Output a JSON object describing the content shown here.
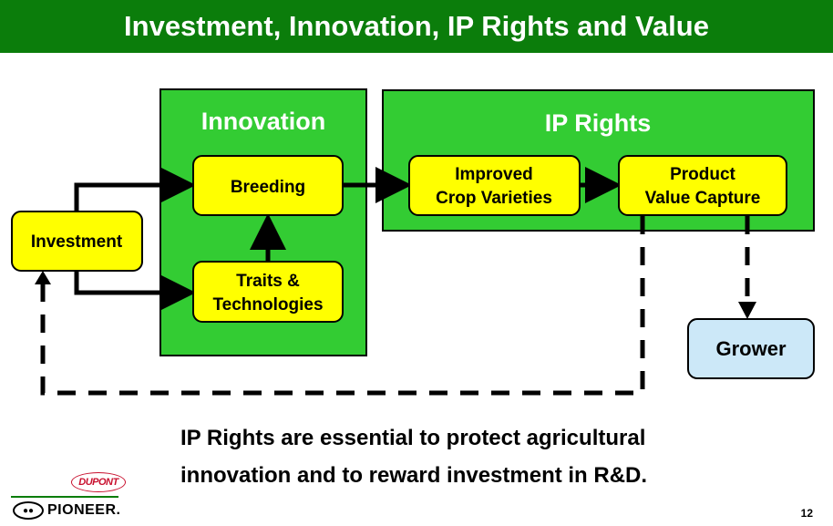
{
  "slide": {
    "title": "Investment, Innovation, IP Rights and Value",
    "caption_line1": "IP Rights are essential to protect agricultural",
    "caption_line2": "innovation and to reward investment in R&D.",
    "page_number": "12"
  },
  "diagram": {
    "groups": [
      {
        "id": "innovation",
        "label": "Innovation"
      },
      {
        "id": "ip_rights",
        "label": "IP Rights"
      }
    ],
    "nodes": {
      "investment": "Investment",
      "breeding": "Breeding",
      "traits_line1": "Traits &",
      "traits_line2": "Technologies",
      "improved_line1": "Improved",
      "improved_line2": "Crop Varieties",
      "product_line1": "Product",
      "product_line2": "Value Capture",
      "grower": "Grower"
    },
    "colors": {
      "title_bar": "#0b7d0b",
      "group_fill": "#33cc33",
      "node_fill": "#ffff00",
      "grower_fill": "#cce8f8"
    }
  },
  "logos": {
    "dupont": "DUPONT",
    "pioneer": "PIONEER."
  }
}
